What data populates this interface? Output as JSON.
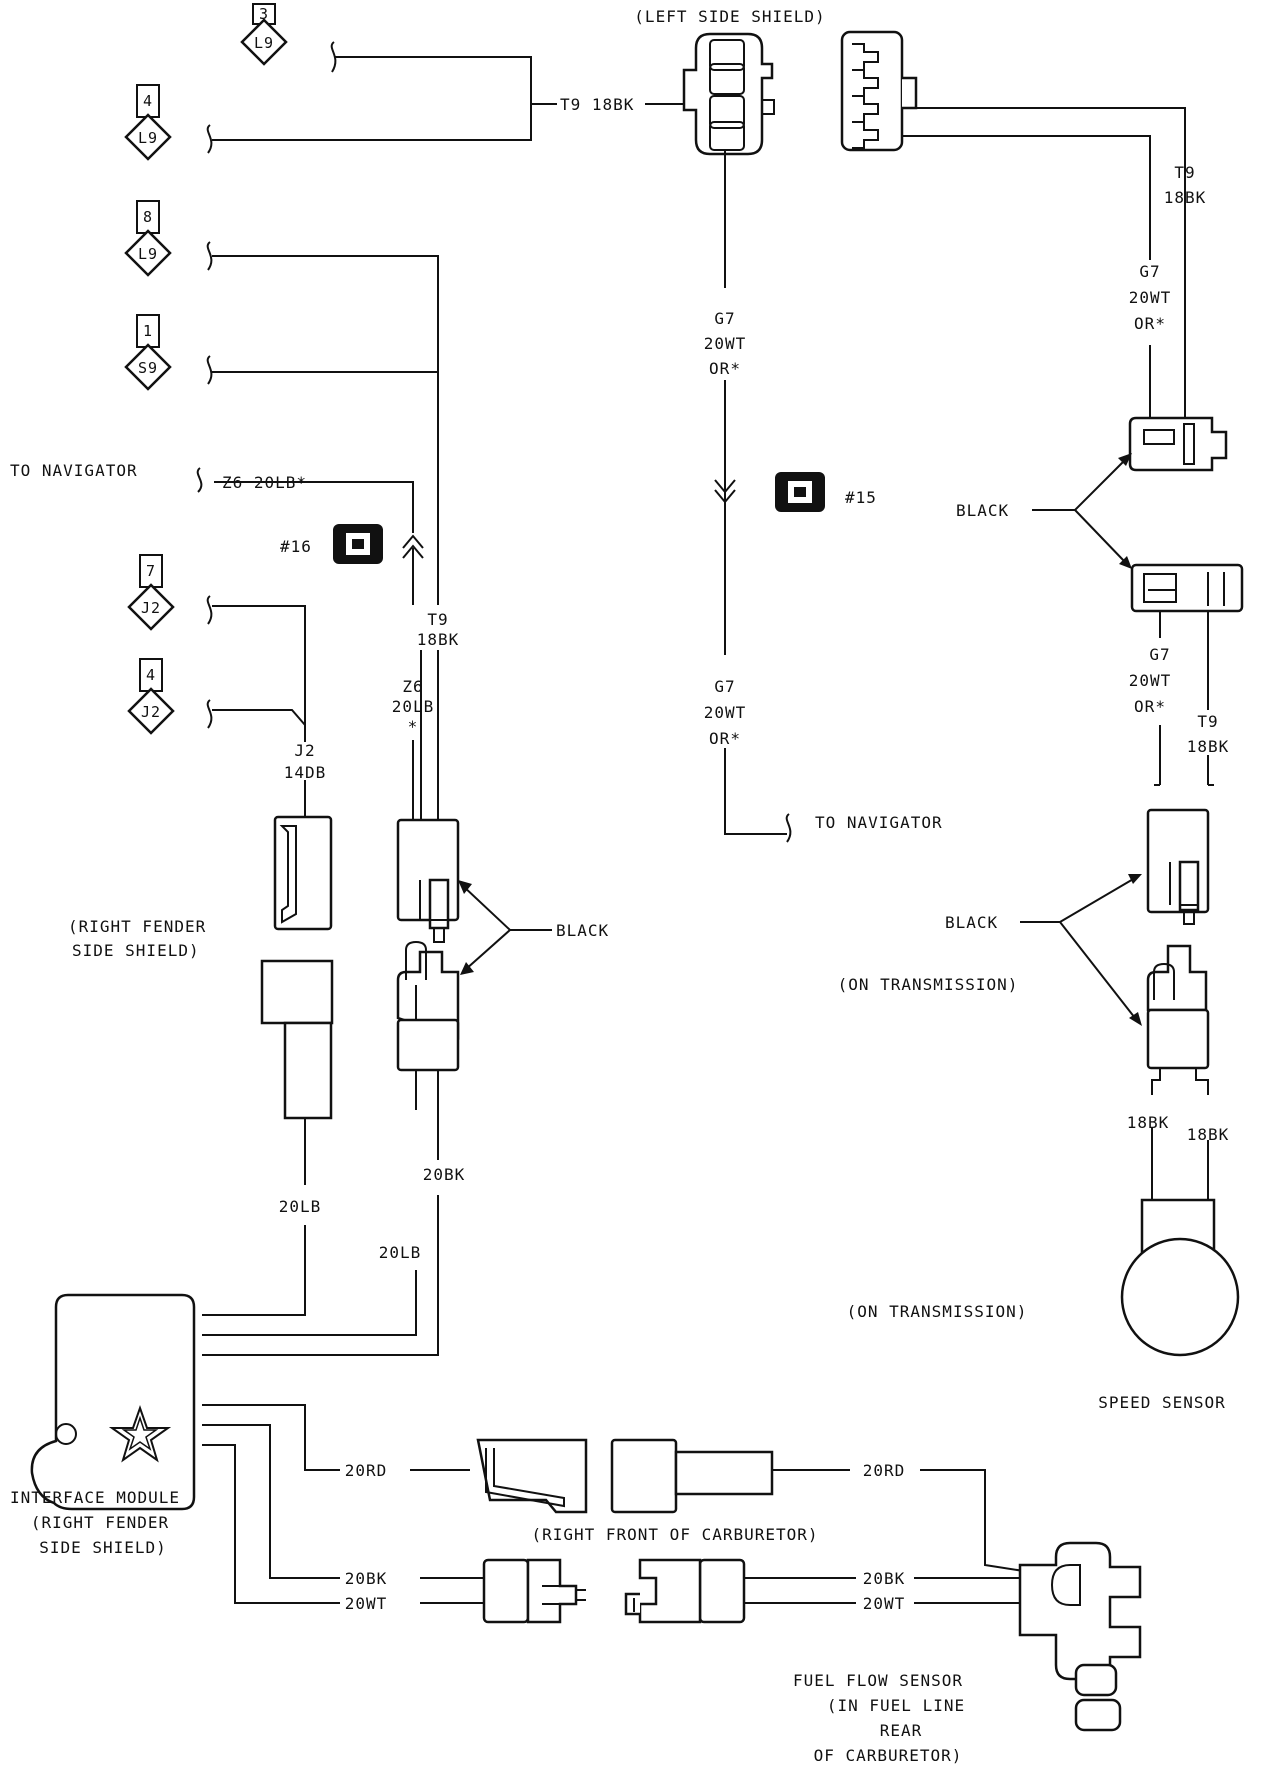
{
  "refs": [
    {
      "num": "3",
      "code": "L9"
    },
    {
      "num": "4",
      "code": "L9"
    },
    {
      "num": "8",
      "code": "L9"
    },
    {
      "num": "1",
      "code": "S9"
    },
    {
      "num": "7",
      "code": "J2"
    },
    {
      "num": "4",
      "code": "J2"
    }
  ],
  "labels": {
    "left_side_shield": "(LEFT SIDE SHIELD)",
    "t9_18bk_top": "T9 18BK",
    "t9_right_a": "T9",
    "bk18_right_a": "18BK",
    "g7_right_a": "G7",
    "wt20_right_a": "20WT",
    "or_right_a": "OR*",
    "g7_center_a": "G7",
    "wt20_center_a": "20WT",
    "or_center_a": "OR*",
    "g7_center_b": "G7",
    "wt20_center_b": "20WT",
    "or_center_b": "OR*",
    "connector_15": "#15",
    "connector_16": "#16",
    "to_navigator_left": "TO NAVIGATOR",
    "z6_20lb_star": "Z6 20LB*",
    "to_navigator_center": "TO NAVIGATOR",
    "black_right_top": "BLACK",
    "g7_right_b": "G7",
    "wt20_right_b": "20WT",
    "or_right_b": "OR*",
    "t9_right_b": "T9",
    "bk18_right_b": "18BK",
    "t9_left": "T9",
    "bk18_left": "18BK",
    "z6_left": "Z6",
    "lb20_left": "20LB",
    "star_left": "*",
    "j2": "J2",
    "db14": "14DB",
    "right_fender_1": "(RIGHT FENDER",
    "right_fender_2": "SIDE SHIELD)",
    "black_mid_left": "BLACK",
    "black_mid_right": "BLACK",
    "on_transmission_a": "(ON TRANSMISSION)",
    "bk18_speed_a": "18BK",
    "bk18_speed_b": "18BK",
    "lb20_a": "20LB",
    "bk20_a": "20BK",
    "lb20_b": "20LB",
    "on_transmission_b": "(ON TRANSMISSION)",
    "speed_sensor": "SPEED SENSOR",
    "interface_1": "INTERFACE MODULE",
    "interface_2": "(RIGHT FENDER",
    "interface_3": "SIDE SHIELD)",
    "rd20_left": "20RD",
    "rd20_right": "20RD",
    "carb_front": "(RIGHT FRONT OF CARBURETOR)",
    "bk20_left": "20BK",
    "wt20_left": "20WT",
    "bk20_right": "20BK",
    "wt20_right": "20WT",
    "fuel_1": "FUEL FLOW SENSOR",
    "fuel_2": "(IN FUEL LINE",
    "fuel_3": "REAR",
    "fuel_4": "OF CARBURETOR)"
  }
}
